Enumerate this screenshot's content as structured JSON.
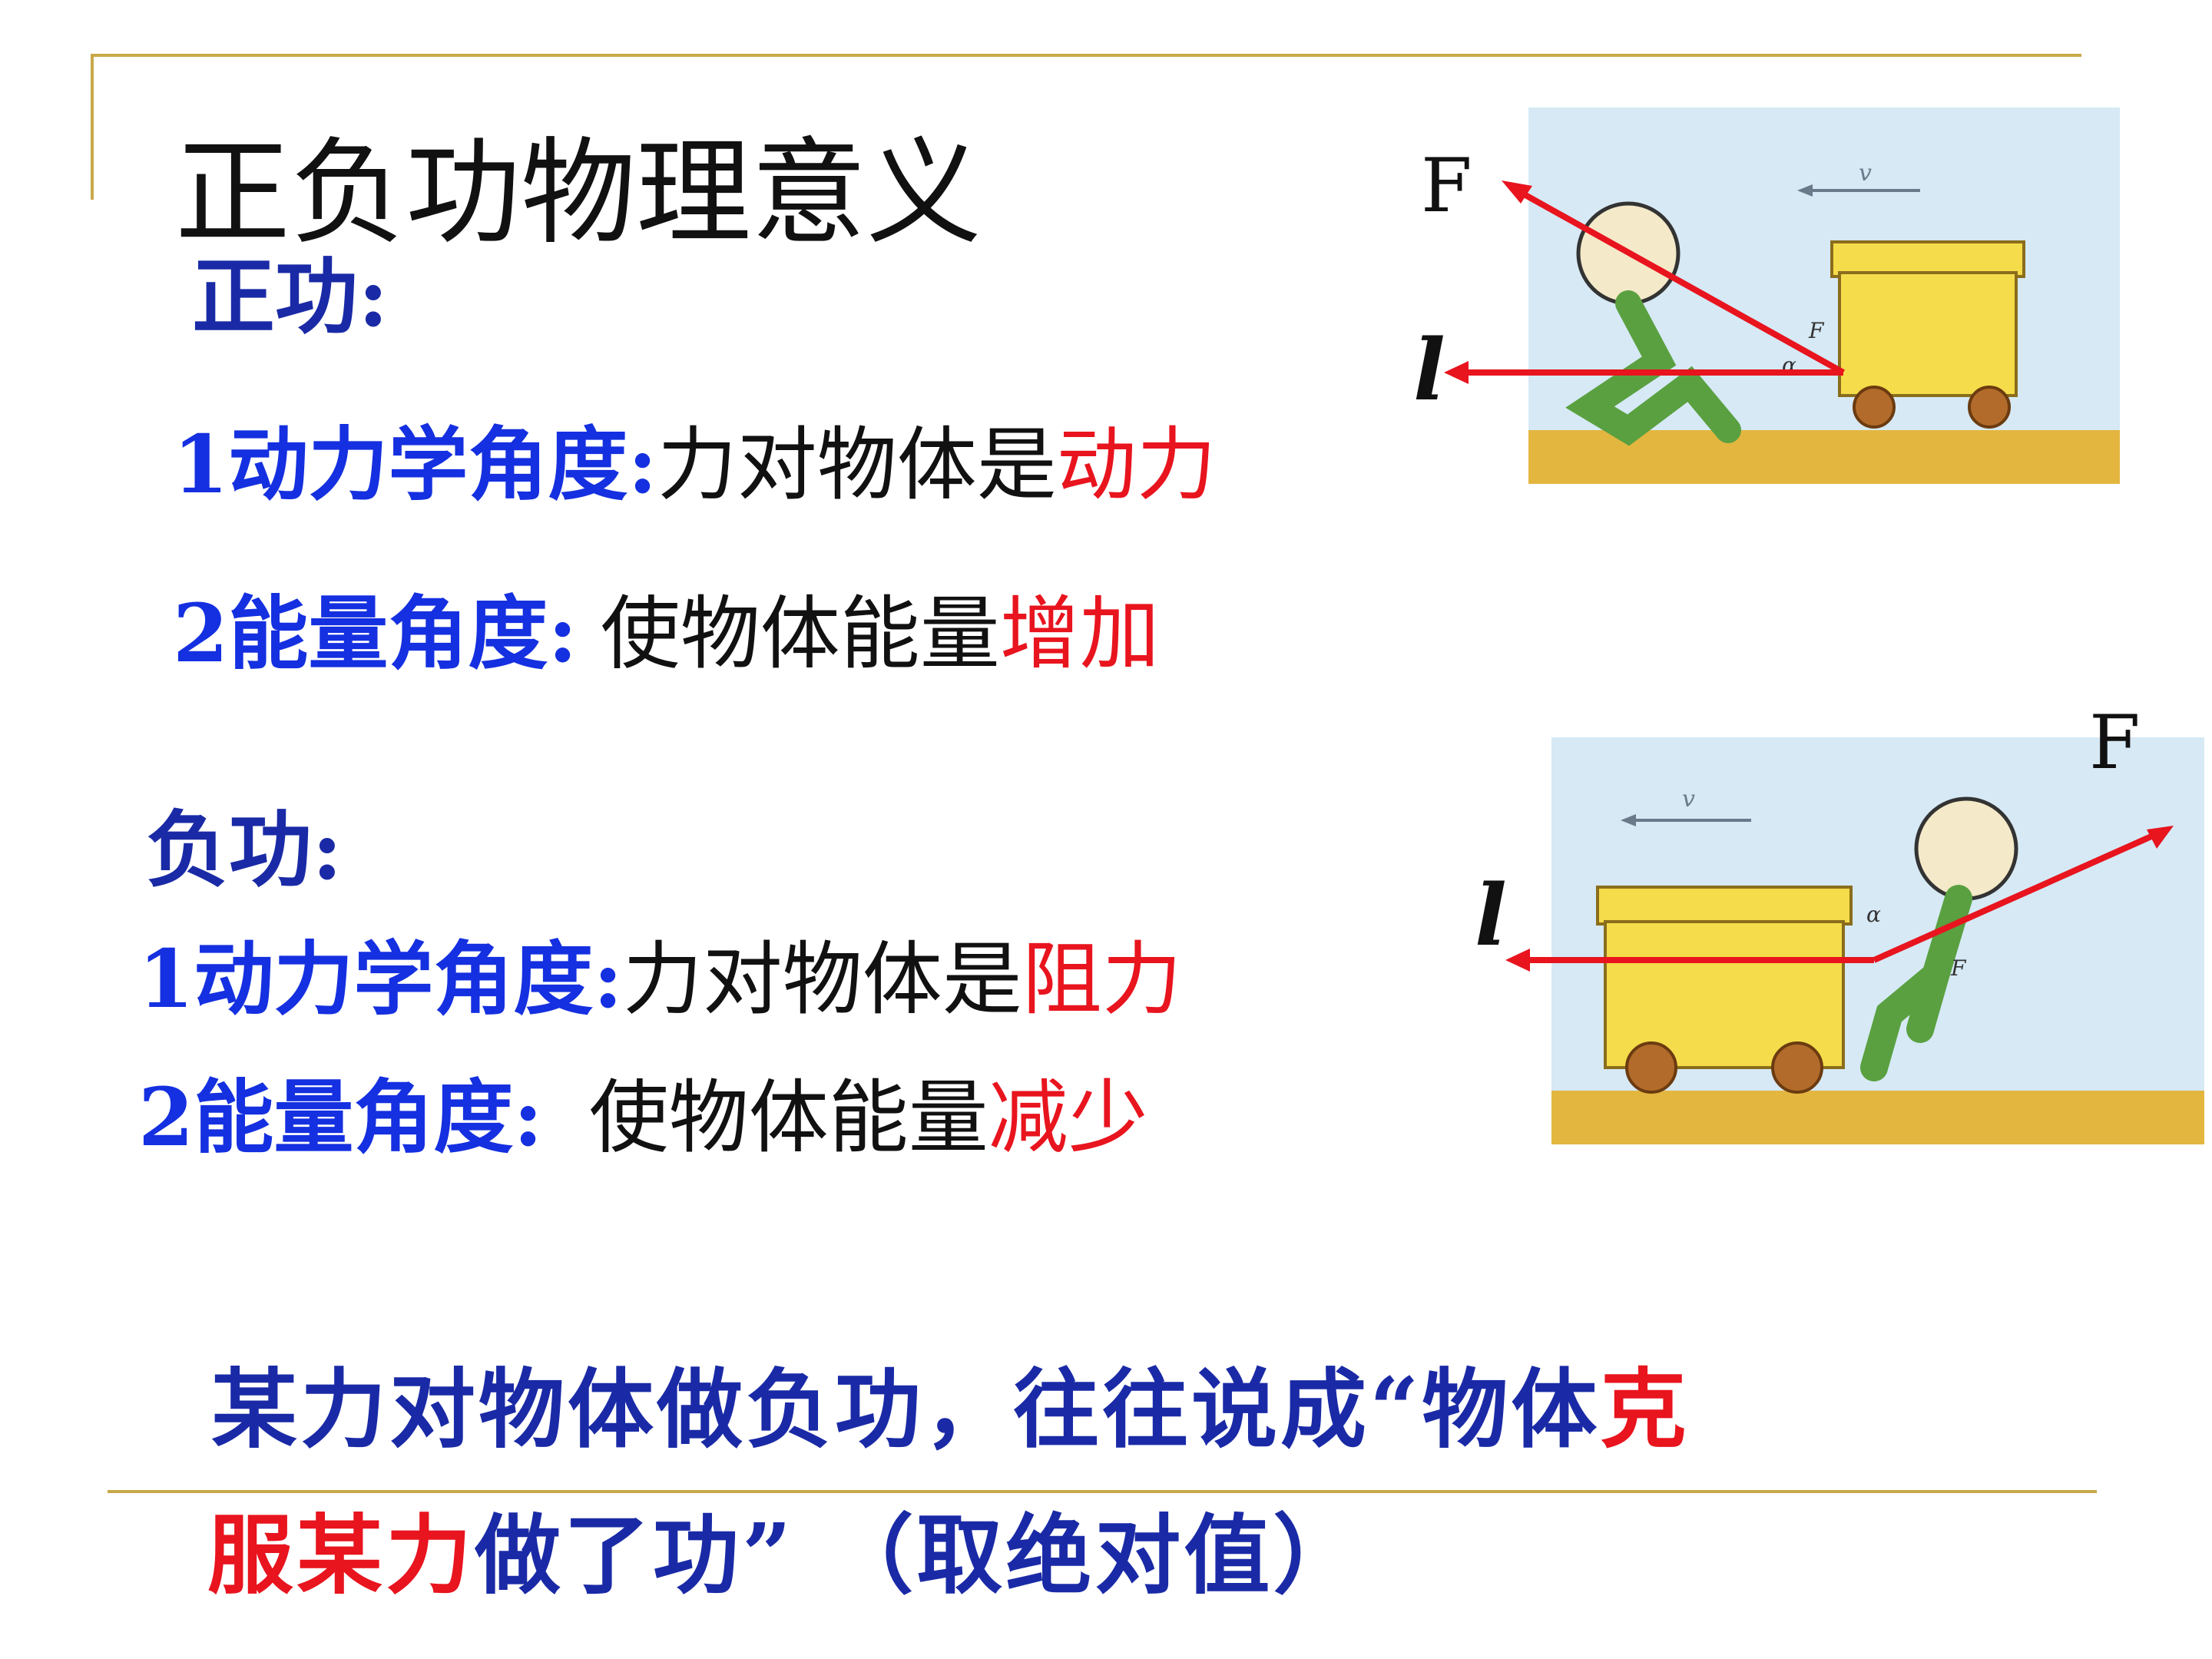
{
  "title": "正负功物理意义",
  "positive": {
    "heading": "正功:",
    "line1": {
      "prefix": "1动力学角度:",
      "text": "力对物体是",
      "emph": "动力"
    },
    "line2": {
      "prefix": "2能量角度:",
      "text": "使物体能量",
      "emph": "增加"
    }
  },
  "negative": {
    "heading": "负功:",
    "line1": {
      "prefix": "1动力学角度:",
      "text": "力对物体是",
      "emph": "阻力"
    },
    "line2": {
      "prefix": "2能量角度:",
      "text": "使物体能量",
      "emph": "减少"
    }
  },
  "summary": {
    "line1_a": "某力对物体做负功，往往说成“物体",
    "line1_b": "克",
    "line2_a": "服某力",
    "line2_b": "做了功”  （取绝对值）"
  },
  "figure1": {
    "force_label": "F",
    "disp_label": "l",
    "v_label": "v",
    "alpha_label": "α",
    "small_f": "F"
  },
  "figure2": {
    "force_label": "F",
    "disp_label": "l",
    "v_label": "v",
    "alpha_label": "α",
    "small_f": "F"
  },
  "colors": {
    "rule": "#c8a84a",
    "arrow": "#e8141e",
    "sky": "#d6e9f5",
    "ground": "#e3b640",
    "cart": "#f5dc4a"
  }
}
